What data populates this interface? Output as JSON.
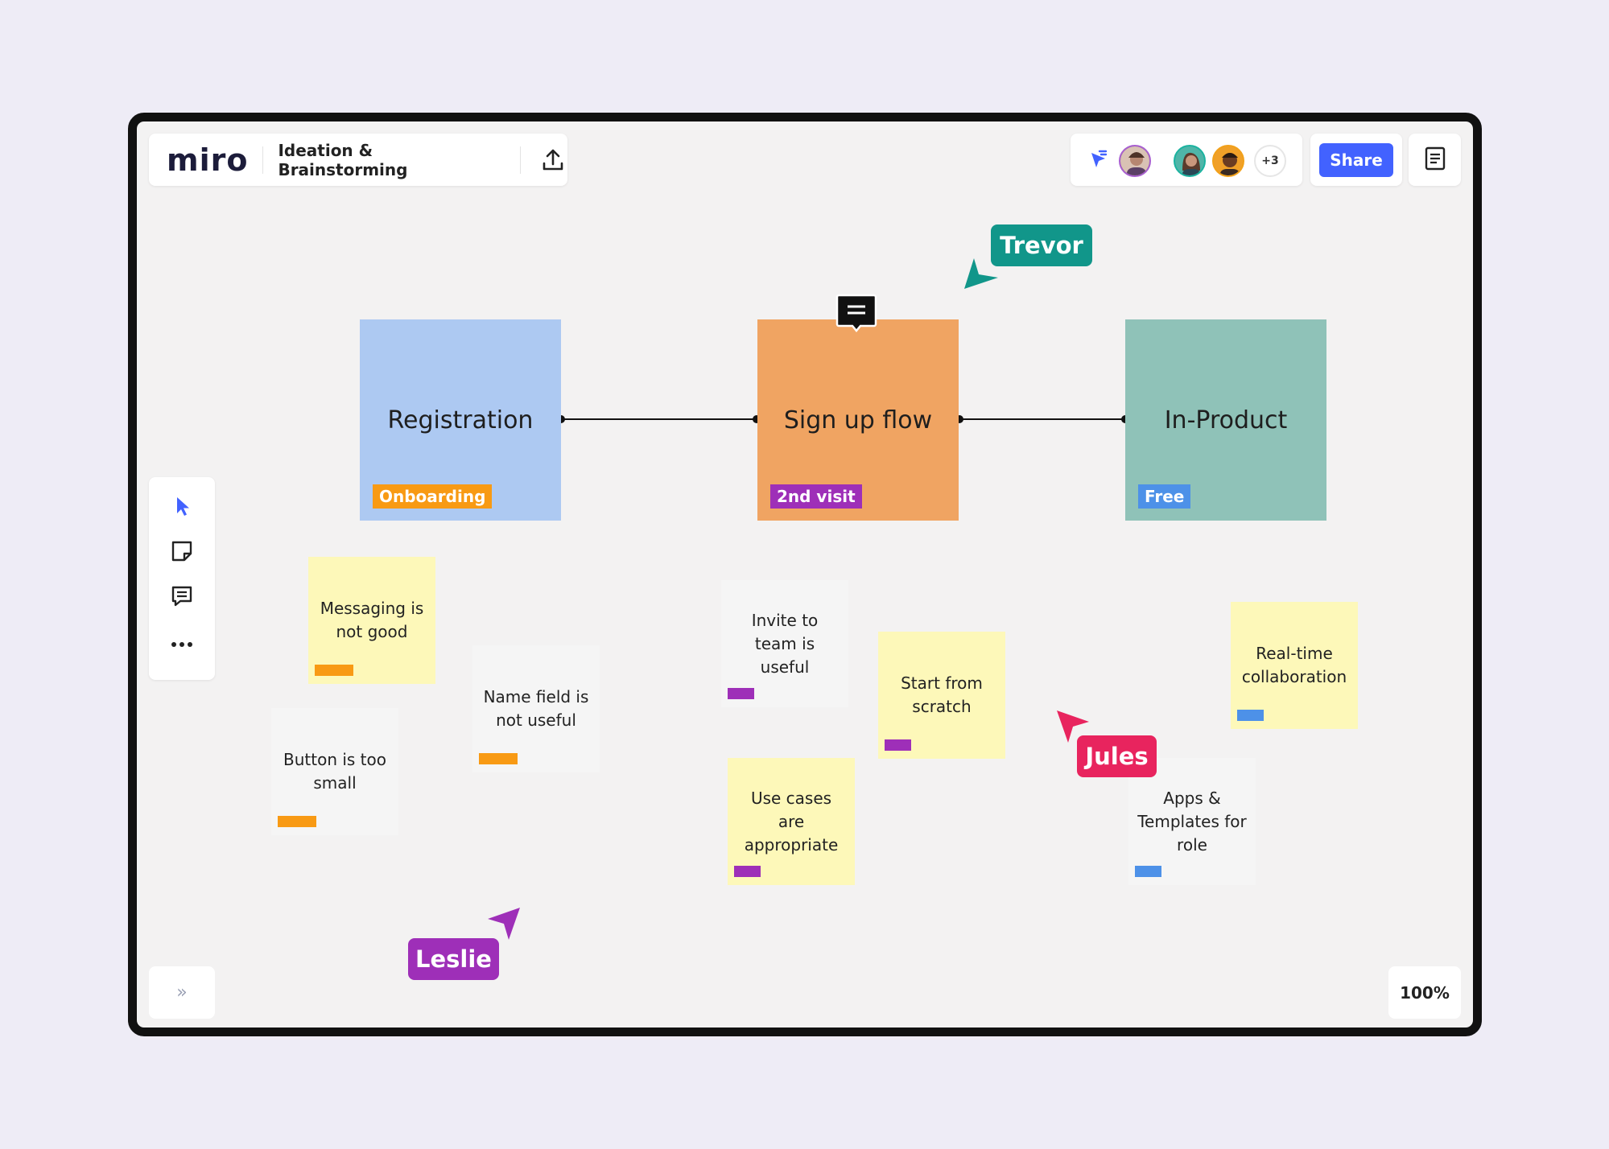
{
  "header": {
    "logo": "miro",
    "board_title": "Ideation & Brainstorming",
    "share_label": "Share",
    "collaborators_more": "+3"
  },
  "zoom": "100%",
  "frames": [
    {
      "title": "Registration",
      "tag": "Onboarding",
      "color": "#adc9f2",
      "tag_color": "#f89a14"
    },
    {
      "title": "Sign up flow",
      "tag": "2nd visit",
      "color": "#f0a462",
      "tag_color": "#9e2fb8"
    },
    {
      "title": "In-Product",
      "tag": "Free",
      "color": "#8fc2b8",
      "tag_color": "#4d91e8"
    }
  ],
  "stickies": [
    {
      "text": "Messaging is not good",
      "color": "#fdf8b9",
      "tag_color": "#f89a14"
    },
    {
      "text": "Name field is not useful",
      "color": "#f5f5f5",
      "tag_color": "#f89a14"
    },
    {
      "text": "Button is too small",
      "color": "#f5f5f5",
      "tag_color": "#f89a14"
    },
    {
      "text": "Invite to team is useful",
      "color": "#f5f5f5",
      "tag_color": "#9e2fb8"
    },
    {
      "text": "Start from scratch",
      "color": "#fdf8b9",
      "tag_color": "#9e2fb8"
    },
    {
      "text": "Use cases are appropriate",
      "color": "#fdf8b9",
      "tag_color": "#9e2fb8"
    },
    {
      "text": "Real-time collaboration",
      "color": "#fdf8b9",
      "tag_color": "#4d91e8"
    },
    {
      "text": "Apps & Templates for role",
      "color": "#f5f5f5",
      "tag_color": "#4d91e8"
    }
  ],
  "cursors": [
    {
      "name": "Trevor",
      "color": "#11968a"
    },
    {
      "name": "Jules",
      "color": "#e8245e"
    },
    {
      "name": "Leslie",
      "color": "#9e2fb8"
    }
  ]
}
